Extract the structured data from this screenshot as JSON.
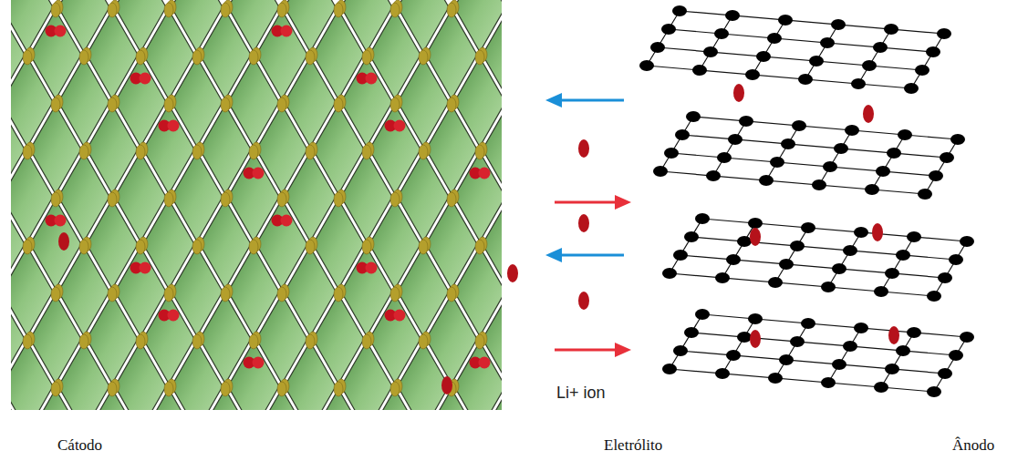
{
  "diagram": {
    "labels": [
      "Li+ ion",
      "Cátodo",
      "Eletrólito",
      "Ânodo"
    ]
  }
}
